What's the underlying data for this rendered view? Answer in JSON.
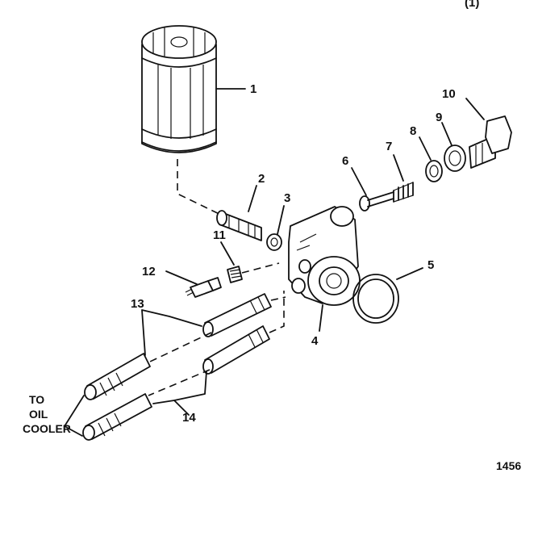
{
  "header": {
    "corner_text": "(1)"
  },
  "callouts": {
    "c1": "1",
    "c2": "2",
    "c3": "3",
    "c4": "4",
    "c5": "5",
    "c6": "6",
    "c7": "7",
    "c8": "8",
    "c9": "9",
    "c10": "10",
    "c11": "11",
    "c12": "12",
    "c13": "13",
    "c14": "14"
  },
  "side_label": {
    "line1": "TO",
    "line2": "OIL",
    "line3": "COOLER"
  },
  "figure_number": "1456",
  "colors": {
    "ink": "#111111",
    "background": "#ffffff"
  }
}
